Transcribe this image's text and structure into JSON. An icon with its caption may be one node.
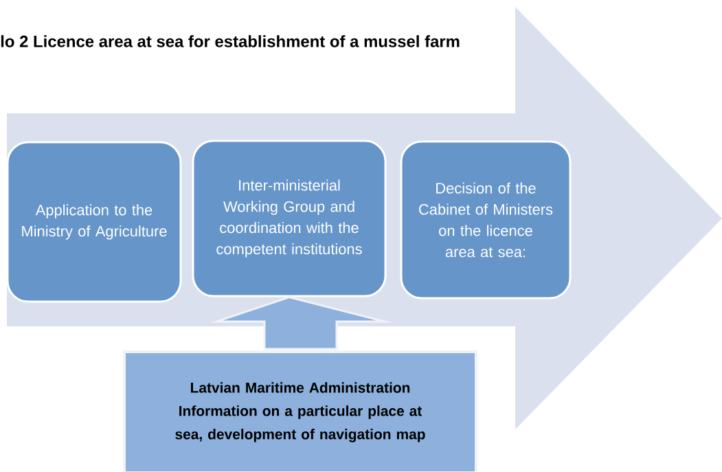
{
  "diagram": {
    "title": "lo 2 Licence area at sea for establishment of a mussel farm",
    "nodes": [
      {
        "text": [
          "Application to the Ministry of Agriculture"
        ]
      },
      {
        "text": [
          "Inter-ministerial Working Group and coordination with the competent institutions"
        ]
      },
      {
        "text": [
          "Decision of the Cabinet of Ministers on the licence area at sea:"
        ]
      },
      {
        "text": [
          "Latvian Maritime Administration Information on a particular place at sea, development of navigation map"
        ]
      }
    ],
    "edges": [
      {
        "from": 3,
        "to": 1,
        "arrow": "to",
        "style": "thick"
      }
    ]
  }
}
